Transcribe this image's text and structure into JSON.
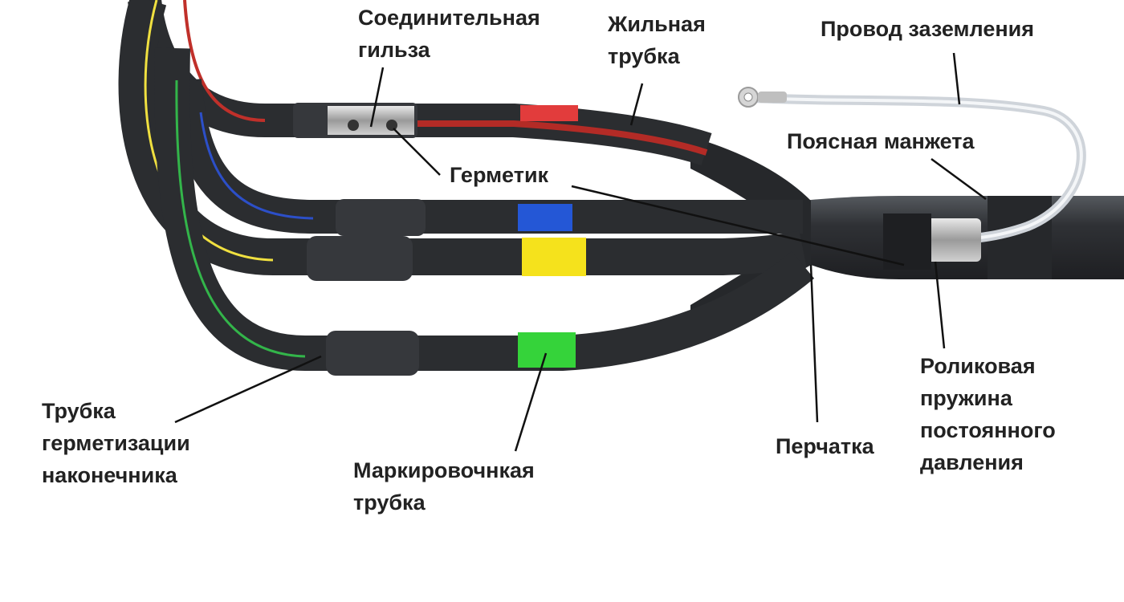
{
  "colors": {
    "background": "#ffffff",
    "cable": "#2e3033",
    "cable_highlight": "#4a4d51",
    "core_red": "#e23c3c",
    "core_blue": "#2457d6",
    "core_yellow": "#f5e21c",
    "core_green": "#35d33a",
    "wire_red": "#c0302a",
    "wire_blue": "#2c4fc8",
    "wire_yellow": "#f0e040",
    "wire_green": "#33b54a",
    "label_text": "#222222",
    "leader_line": "#111111"
  },
  "labels": {
    "connector_sleeve": [
      "Соединительная",
      "гильза"
    ],
    "core_tube": [
      "Жильная",
      "трубка"
    ],
    "ground_wire": [
      "Провод заземления"
    ],
    "belt_cuff": [
      "Поясная манжета"
    ],
    "sealant": [
      "Герметик"
    ],
    "terminal_seal_tube": [
      "Трубка",
      "герметизации",
      "наконечника"
    ],
    "marking_tube": [
      "Маркировочнкая",
      "трубка"
    ],
    "glove": [
      "Перчатка"
    ],
    "roller_spring": [
      "Роликовая",
      "пружина",
      "постоянного",
      "давления"
    ]
  }
}
